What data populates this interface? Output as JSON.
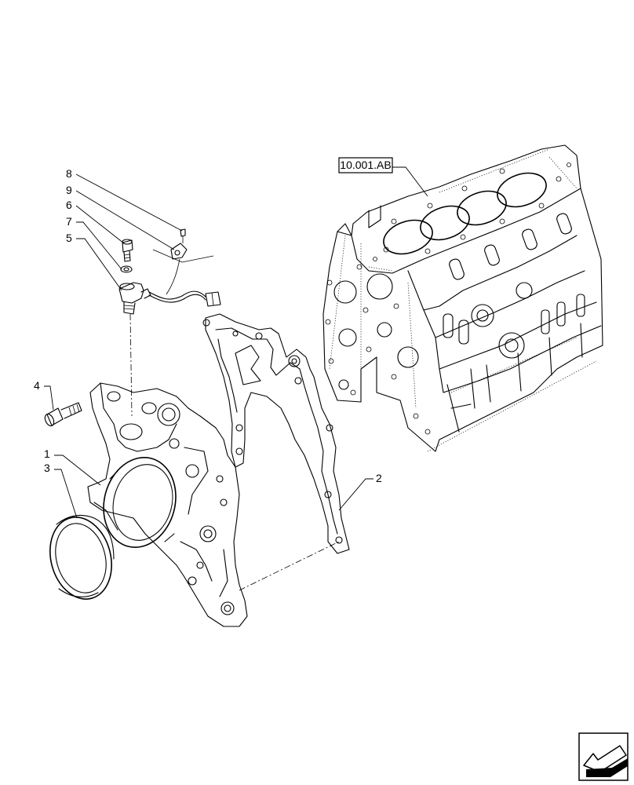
{
  "reference": {
    "label": "10.001.AB"
  },
  "callouts": [
    {
      "id": "callout-1",
      "label": "1"
    },
    {
      "id": "callout-2",
      "label": "2"
    },
    {
      "id": "callout-3",
      "label": "3"
    },
    {
      "id": "callout-4",
      "label": "4"
    },
    {
      "id": "callout-5",
      "label": "5"
    },
    {
      "id": "callout-6",
      "label": "6"
    },
    {
      "id": "callout-7",
      "label": "7"
    },
    {
      "id": "callout-8",
      "label": "8"
    },
    {
      "id": "callout-9",
      "label": "9"
    }
  ],
  "navigation": {
    "icon": "arrow-left-icon"
  },
  "colors": {
    "line": "#000000",
    "background": "#ffffff"
  }
}
